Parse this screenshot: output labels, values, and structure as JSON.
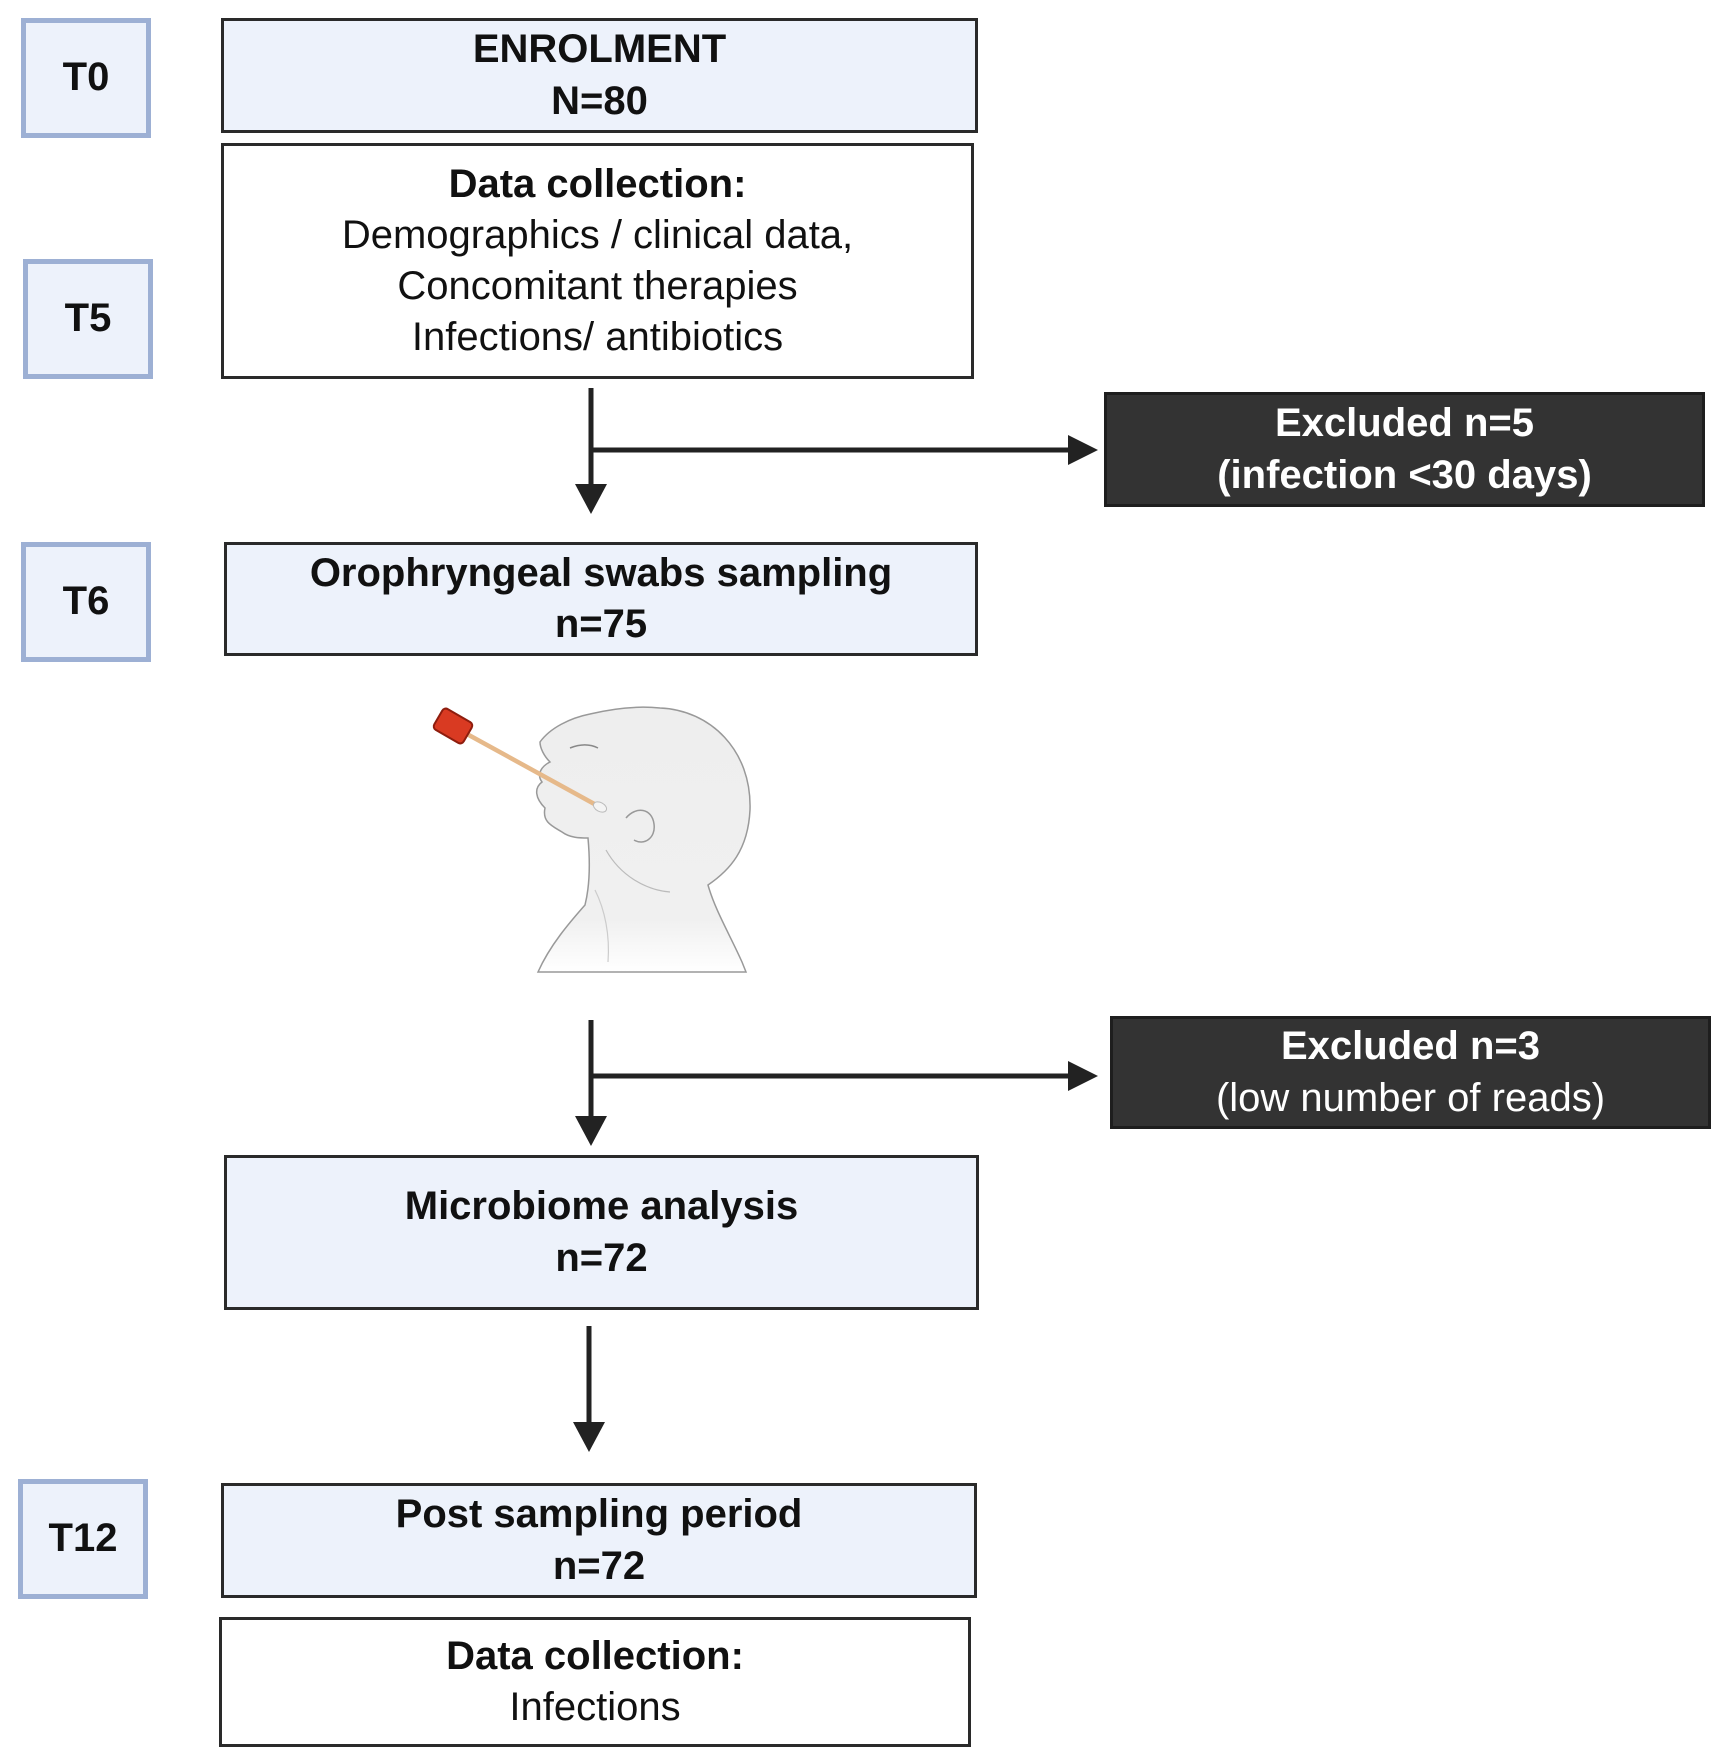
{
  "timepoints": {
    "t0": "T0",
    "t5": "T5",
    "t6": "T6",
    "t12": "T12"
  },
  "enrolment": {
    "title": "ENROLMENT",
    "count": "N=80"
  },
  "data_collection_1": {
    "title": "Data collection:",
    "lines": [
      "Demographics / clinical data,",
      "Concomitant therapies",
      "Infections/ antibiotics"
    ]
  },
  "excluded_1": {
    "title": "Excluded n=5",
    "reason": "(infection <30 days)"
  },
  "swabs": {
    "title": "Orophryngeal swabs sampling",
    "count": "n=75"
  },
  "illustration": {
    "icon": "oropharyngeal-swab-illustration"
  },
  "excluded_2": {
    "title": "Excluded n=3",
    "reason": "(low number of reads)"
  },
  "microbiome": {
    "title": "Microbiome analysis",
    "count": "n=72"
  },
  "post_sampling": {
    "title": "Post sampling period",
    "count": "n=72"
  },
  "data_collection_2": {
    "title": "Data collection:",
    "line": "Infections"
  },
  "colors": {
    "light_box": "#edf2fb",
    "timepoint_border": "#9db0d4",
    "dark_box": "#333333",
    "arrow": "#222222"
  }
}
